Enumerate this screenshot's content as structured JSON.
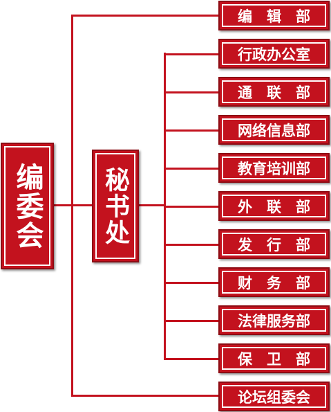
{
  "root": {
    "label": "编委会"
  },
  "secretariat": {
    "label": "秘书处"
  },
  "direct_top": {
    "label": "编　辑　部"
  },
  "direct_bottom": {
    "label": "论坛组委会"
  },
  "departments": [
    {
      "label": "行政办公室"
    },
    {
      "label": "通　联　部"
    },
    {
      "label": "网络信息部"
    },
    {
      "label": "教育培训部"
    },
    {
      "label": "外　联　部"
    },
    {
      "label": "发　行　部"
    },
    {
      "label": "财　务　部"
    },
    {
      "label": "法律服务部"
    },
    {
      "label": "保　卫　部"
    }
  ],
  "colors": {
    "fill": "#c3121e",
    "border": "#8e0c14",
    "text": "#ffffff",
    "connector": "#c3121e"
  }
}
